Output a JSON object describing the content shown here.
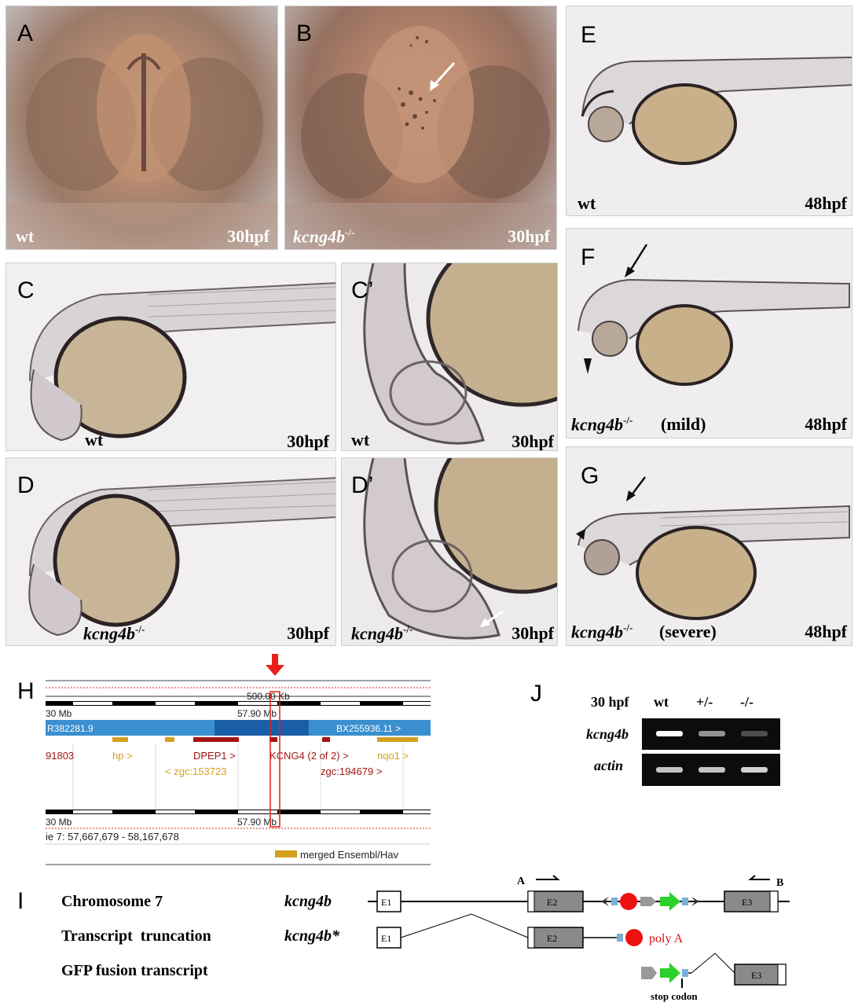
{
  "panels": {
    "A": {
      "letter": "A",
      "genotype": "wt",
      "stage": "30hpf"
    },
    "B": {
      "letter": "B",
      "genotype": "kcng4b",
      "genotype_sup": "-/-",
      "stage": "30hpf"
    },
    "C": {
      "letter": "C",
      "genotype": "wt",
      "stage": "30hpf"
    },
    "Cp": {
      "letter": "C’",
      "genotype": "wt",
      "stage": "30hpf"
    },
    "D": {
      "letter": "D",
      "genotype": "kcng4b",
      "genotype_sup": "-/-",
      "stage": "30hpf"
    },
    "Dp": {
      "letter": "D’",
      "genotype": "kcng4b",
      "genotype_sup": "-/-",
      "stage": "30hpf"
    },
    "E": {
      "letter": "E",
      "genotype": "wt",
      "stage": "48hpf"
    },
    "F": {
      "letter": "F",
      "genotype": "kcng4b",
      "genotype_sup": "-/-",
      "note": "(mild)",
      "stage": "48hpf"
    },
    "G": {
      "letter": "G",
      "genotype": "kcng4b",
      "genotype_sup": "-/-",
      "note": "(severe)",
      "stage": "48hpf"
    }
  },
  "browser": {
    "letter": "H",
    "scale": "500.00 Kb",
    "pos_left": "30 Mb",
    "pos_mid": "57.90 Mb",
    "contig_left": "R382281.9",
    "contig_right": "BX255936.11 >",
    "genes": {
      "g1": "91803",
      "g2": "hp >",
      "g3": "< zgc:153723",
      "g4": "DPEP1 >",
      "g5": "KCNG4 (2 of 2) >",
      "g6": "zgc:194679 >",
      "g7": "nqo1 >"
    },
    "coords": "ie 7: 57,667,679 - 58,167,678",
    "legend": "merged Ensembl/Hav",
    "colors": {
      "contig": "#3a8fd0",
      "contig_dark": "#1a5ea8",
      "red_gene": "#a31515",
      "gold_gene": "#d4a020"
    }
  },
  "gel": {
    "letter": "J",
    "stage": "30 hpf",
    "lanes": [
      "wt",
      "+/-",
      "-/-"
    ],
    "rows": [
      {
        "label": "kcng4b",
        "intensity": [
          1.0,
          0.6,
          0.25
        ]
      },
      {
        "label": "actin",
        "intensity": [
          0.8,
          0.8,
          0.85
        ]
      }
    ]
  },
  "diagram": {
    "letter": "I",
    "rows": [
      {
        "name": "Chromosome 7",
        "gene": "kcng4b"
      },
      {
        "name": "Transcript  truncation",
        "gene": "kcng4b*"
      },
      {
        "name": "GFP fusion transcript",
        "gene": ""
      }
    ],
    "exons": [
      "E1",
      "E2",
      "E3"
    ],
    "primer_a": "A",
    "primer_b": "B",
    "polya": "poly A",
    "stop": "stop codon"
  }
}
